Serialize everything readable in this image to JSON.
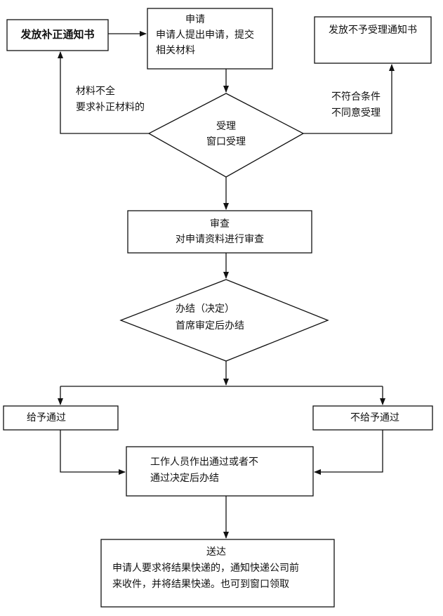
{
  "nodes": {
    "correction_notice": {
      "text": "发放补正通知书"
    },
    "apply": {
      "title": "申请",
      "line1": "申请人提出申请，提交",
      "line2": "相关材料"
    },
    "reject_notice": {
      "text": "发放不予受理通知书"
    },
    "accept": {
      "title": "受理",
      "line1": "窗口受理"
    },
    "review": {
      "title": "审查",
      "line1": "对申请资料进行审查"
    },
    "decide": {
      "title": "办结（决定）",
      "line1": "首席审定后办结"
    },
    "approve": {
      "text": "给予通过"
    },
    "deny": {
      "text": "不给予通过"
    },
    "staff": {
      "line1": "工作人员作出通过或者不",
      "line2": "通过决定后办结"
    },
    "deliver": {
      "title": "送达",
      "line1": "申请人要求将结果快递的，通知快递公司前",
      "line2": "来收件，并将结果快递。也可到窗口领取"
    }
  },
  "edge_labels": {
    "incomplete_line1": "材料不全",
    "incomplete_line2": "要求补正材料的",
    "ineligible_line1": "不符合条件",
    "ineligible_line2": "不同意受理"
  }
}
